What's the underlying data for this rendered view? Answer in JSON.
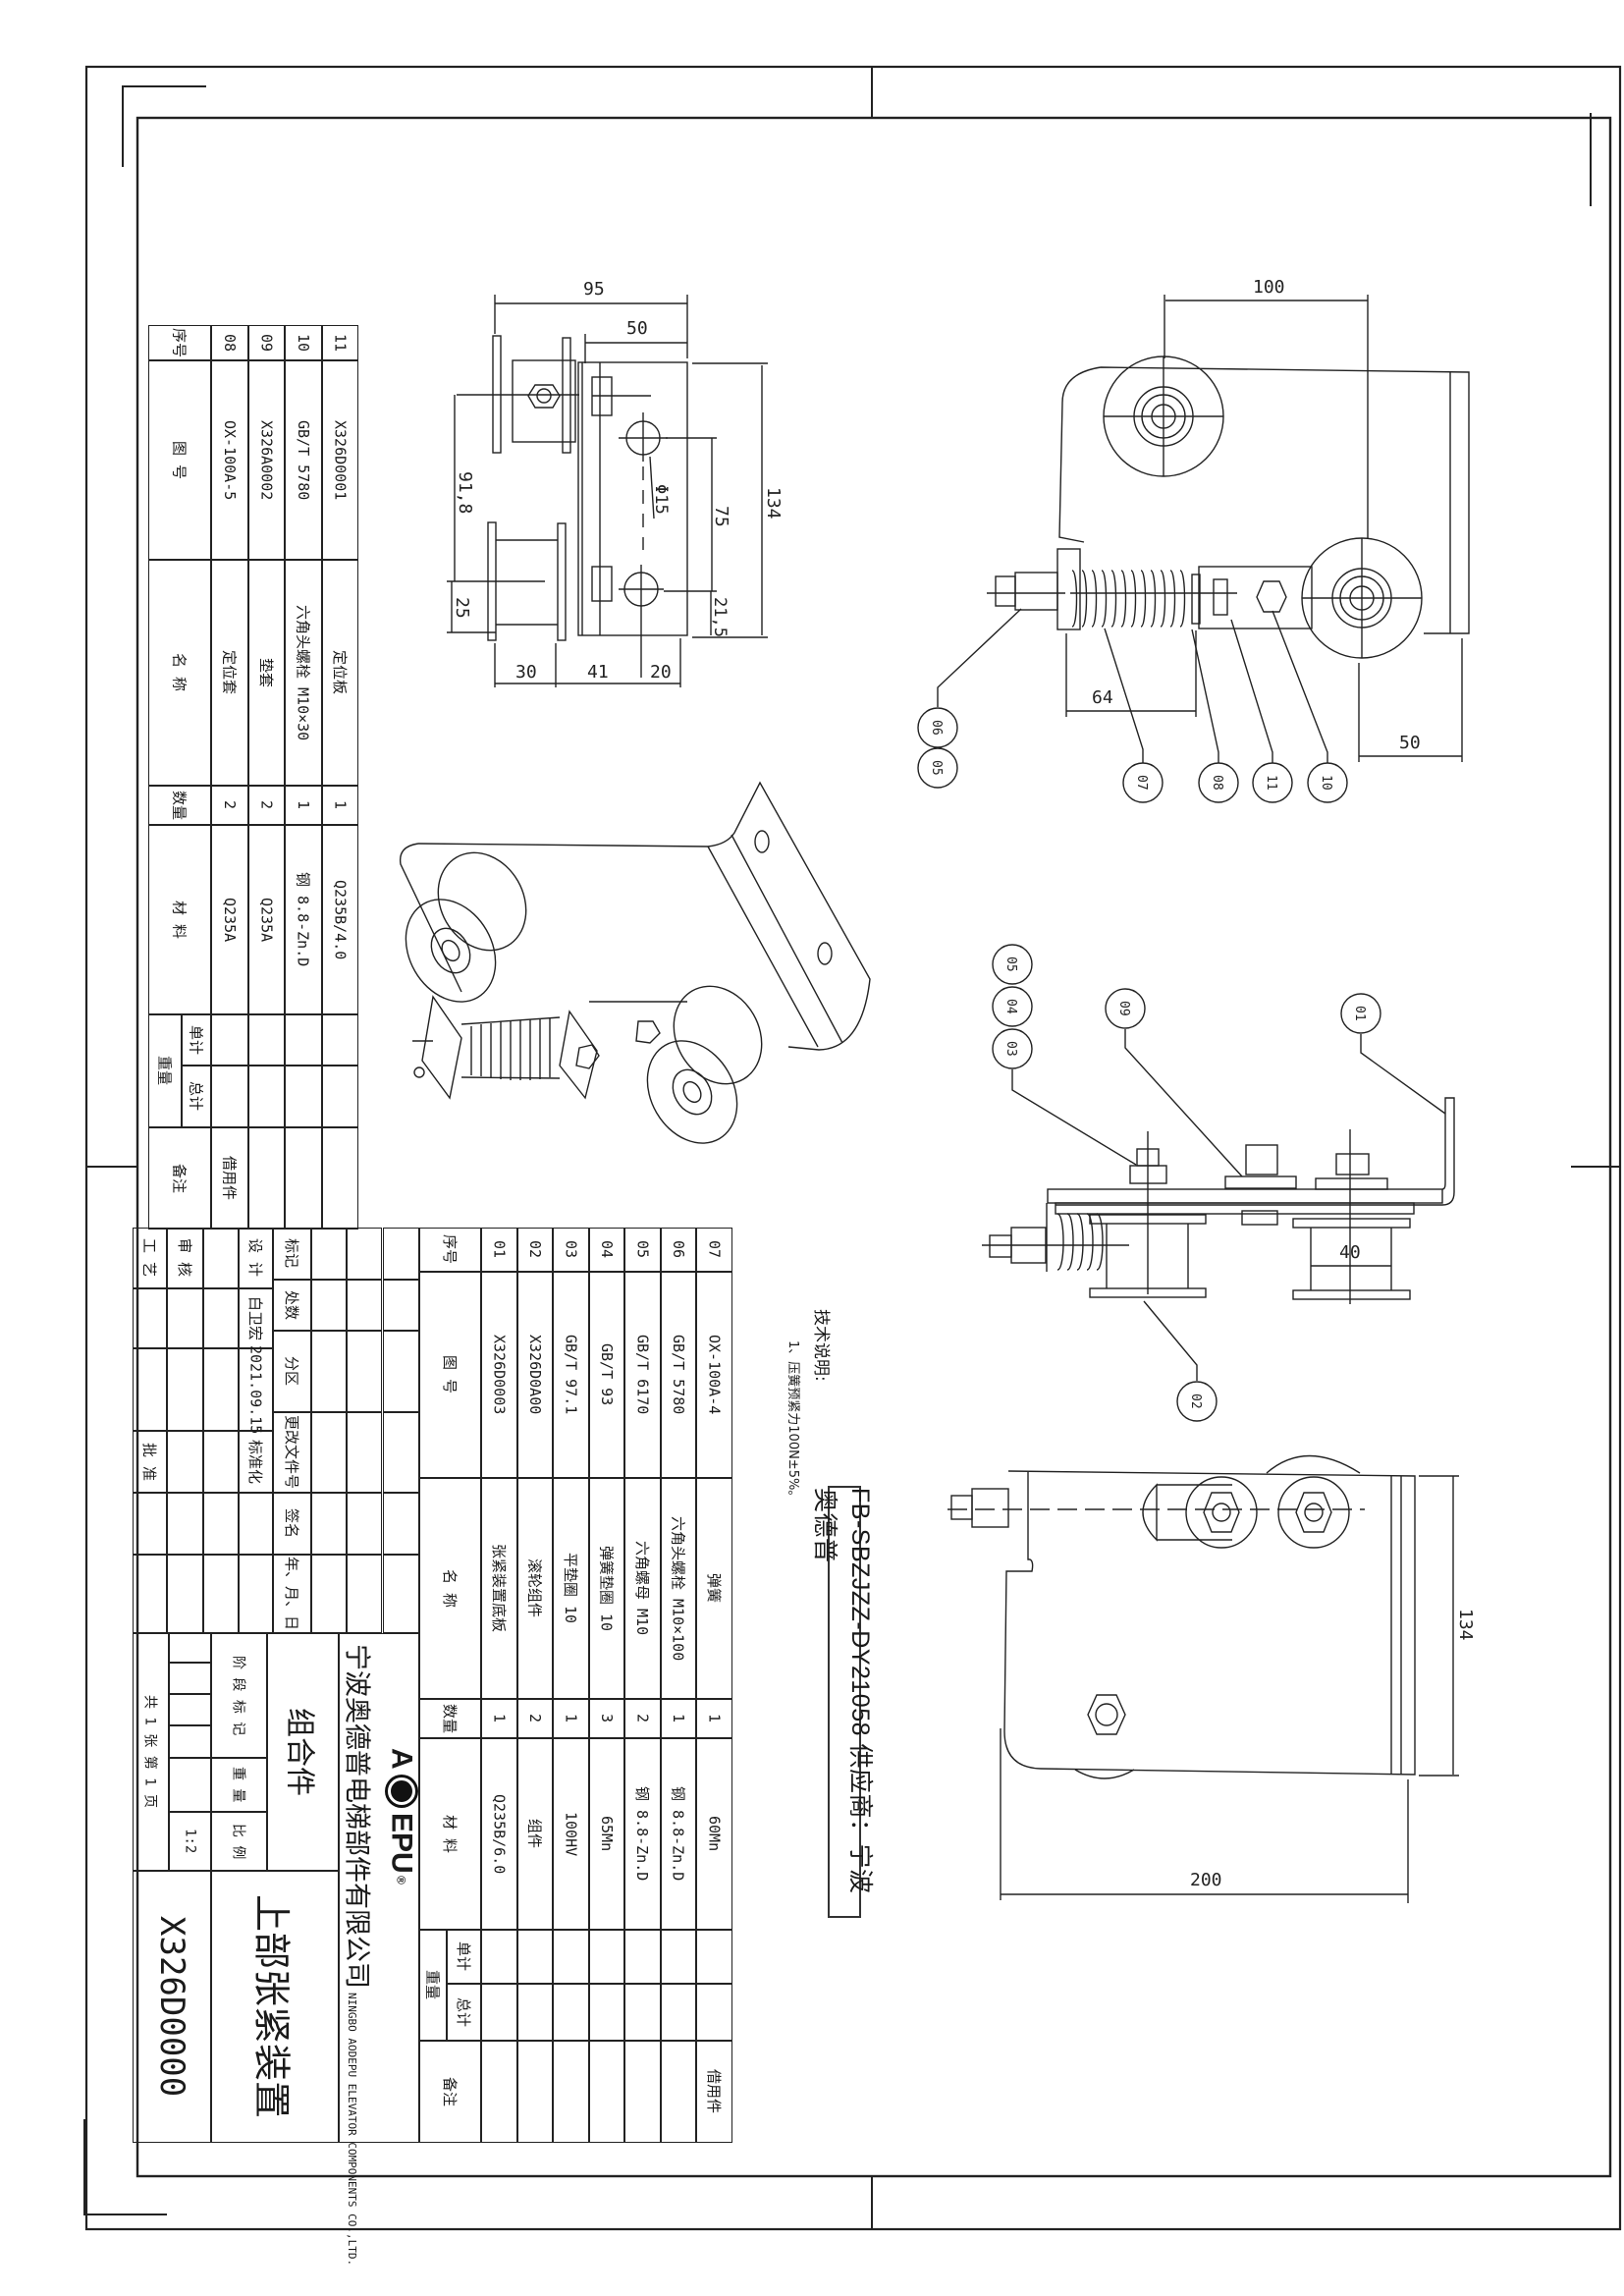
{
  "stamp": "FB-SBZJZZ-DY21058  供应商：宁波奥德普",
  "tech_notes": {
    "title": "技术说明:",
    "items": [
      "1、压簧预紧力100N±5%。"
    ]
  },
  "parts_headers": {
    "no": "序号",
    "code": "图 号",
    "name": "名 称",
    "qty": "数量",
    "material": "材 料",
    "weight": "重量",
    "unit": "单计",
    "total": "总计",
    "note": "备注"
  },
  "parts_upper": [
    {
      "no": "08",
      "code": "OX-100A-5",
      "name": "定位套",
      "qty": "2",
      "material": "Q235A",
      "note": "借用件"
    },
    {
      "no": "09",
      "code": "X326A0002",
      "name": "垫套",
      "qty": "2",
      "material": "Q235A",
      "note": ""
    },
    {
      "no": "10",
      "code": "GB/T 5780",
      "name": "六角头螺栓 M10×30",
      "qty": "1",
      "material": "钢 8.8-Zn.D",
      "note": ""
    },
    {
      "no": "11",
      "code": "X326D0001",
      "name": "定位板",
      "qty": "1",
      "material": "Q235B/4.0",
      "note": ""
    }
  ],
  "parts_lower": [
    {
      "no": "01",
      "code": "X326D0003",
      "name": "张紧装置底板",
      "qty": "1",
      "material": "Q235B/6.0",
      "note": ""
    },
    {
      "no": "02",
      "code": "X326D0A00",
      "name": "滚轮组件",
      "qty": "2",
      "material": "组件",
      "note": ""
    },
    {
      "no": "03",
      "code": "GB/T 97.1",
      "name": "平垫圈 10",
      "qty": "1",
      "material": "100HV",
      "note": ""
    },
    {
      "no": "04",
      "code": "GB/T 93",
      "name": "弹簧垫圈 10",
      "qty": "3",
      "material": "65Mn",
      "note": ""
    },
    {
      "no": "05",
      "code": "GB/T 6170",
      "name": "六角螺母 M10",
      "qty": "2",
      "material": "钢 8.8-Zn.D",
      "note": ""
    },
    {
      "no": "06",
      "code": "GB/T 5780",
      "name": "六角头螺栓 M10×100",
      "qty": "1",
      "material": "钢 8.8-Zn.D",
      "note": ""
    },
    {
      "no": "07",
      "code": "OX-100A-4",
      "name": "弹簧",
      "qty": "1",
      "material": "60Mn",
      "note": "借用件"
    }
  ],
  "revision": {
    "labels": [
      "标记",
      "处数",
      "分区",
      "更改文件号",
      "签名",
      "年、月、日"
    ],
    "design_label": "设 计",
    "designer": "白卫宏",
    "date": "2021.09.15",
    "standardize_label": "标准化",
    "process_label": "工 艺",
    "approve_label": "批 准",
    "review_label": "审 核"
  },
  "title_block": {
    "company_cn": "宁波奥德普电梯部件有限公司",
    "company_en": "NINGBO AODEPU ELEVATOR COMPONENTS CO.,LTD.",
    "logo_text": [
      "A",
      "EPU",
      "®"
    ],
    "type": "组合件",
    "stage_label": "阶 段 标 记",
    "weight_label": "重 量",
    "scale_label": "比 例",
    "scale": "1:2",
    "sheets": "共 1 张   第 1 页",
    "drawing_name": "上部张紧装置",
    "drawing_number": "X326D0000"
  },
  "dimensions": {
    "side_view": {
      "d95": "95",
      "d50": "50",
      "d134": "134",
      "d75": "75",
      "d21_5": "21,5",
      "phi15": "Φ15",
      "d91_8": "91,8",
      "d25": "25",
      "d30": "30",
      "d41": "41",
      "d20": "20"
    },
    "front_view": {
      "d100": "100",
      "d64": "64",
      "d50": "50"
    },
    "top_view": {
      "d40": "40"
    },
    "rear_view": {
      "d134": "134",
      "d200": "200"
    }
  },
  "balloons": {
    "b01": "01",
    "b02": "02",
    "b03": "03",
    "b04": "04",
    "b05": "05",
    "b06": "06",
    "b07": "07",
    "b08": "08",
    "b09": "09",
    "b10": "10",
    "b11": "11",
    "b05b": "05"
  }
}
